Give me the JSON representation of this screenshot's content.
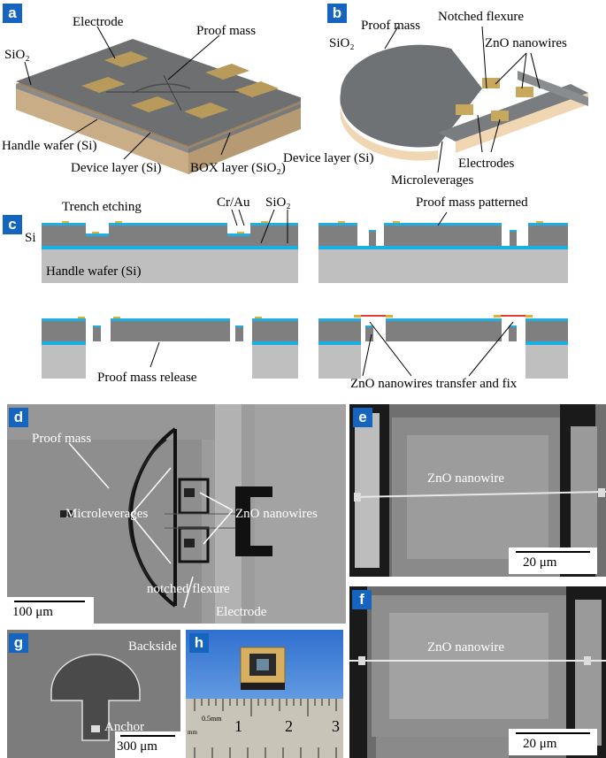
{
  "panels": {
    "a": {
      "letter": "a",
      "labels": {
        "electrode": "Electrode",
        "proof_mass": "Proof mass",
        "sio2": "SiO₂",
        "handle_wafer": "Handle wafer (Si)",
        "device_layer": "Device layer (Si)",
        "box_layer": "BOX layer (SiO₂)"
      }
    },
    "b": {
      "letter": "b",
      "labels": {
        "proof_mass": "Proof mass",
        "notched_flexure": "Notched flexure",
        "sio2": "SiO₂",
        "zno_nanowires": "ZnO nanowires",
        "device_layer": "Device layer (Si)",
        "electrodes": "Electrodes",
        "microleverages": "Microleverages"
      }
    },
    "c": {
      "letter": "c",
      "labels": {
        "trench_etching": "Trench etching",
        "cr_au": "Cr/Au",
        "sio2": "SiO₂",
        "si": "Si",
        "handle_wafer": "Handle wafer (Si)",
        "proof_mass_patterned": "Proof mass patterned",
        "proof_mass_release": "Proof mass release",
        "zno_transfer": "ZnO nanowires transfer and fix"
      }
    },
    "d": {
      "letter": "d",
      "labels": {
        "proof_mass": "Proof mass",
        "microleverages": "Microleverages",
        "zno_nanowires": "ZnO nanowires",
        "notched_flexure": "notched flexure",
        "electrode": "Electrode"
      },
      "scale": "100 μm"
    },
    "e": {
      "letter": "e",
      "labels": {
        "zno_nanowire": "ZnO nanowire"
      },
      "scale": "20 μm"
    },
    "f": {
      "letter": "f",
      "labels": {
        "zno_nanowire": "ZnO nanowire"
      },
      "scale": "20 μm"
    },
    "g": {
      "letter": "g",
      "labels": {
        "backside": "Backside",
        "anchor": "Anchor"
      },
      "scale": "300 μm"
    },
    "h": {
      "letter": "h",
      "ruler": {
        "n1": "1",
        "n2": "2",
        "n3": "3",
        "mm_label": "0.5mm",
        "mm": "mm"
      }
    }
  },
  "colors": {
    "panel_badge": "#1565c0",
    "sio2_blue": "#1ab0e6",
    "device_si": "#7f7f7f",
    "handle_si": "#bfbfbf",
    "gold": "#e0b030",
    "zno_red": "#e53935"
  }
}
